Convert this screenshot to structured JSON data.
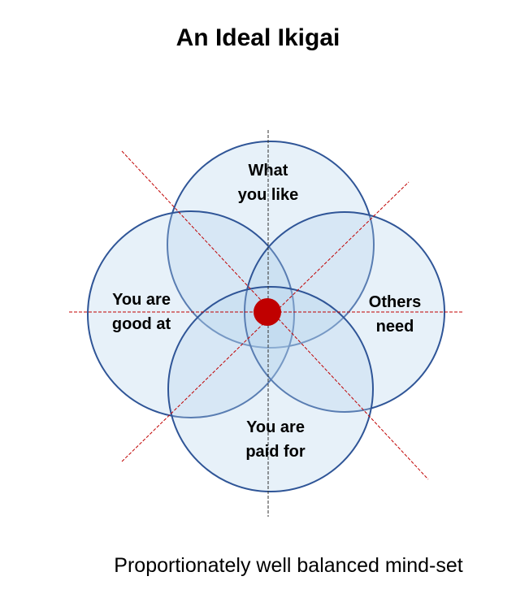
{
  "title": "An Ideal Ikigai",
  "caption": "Proportionately well balanced mind-set",
  "circles": {
    "top": "What you like",
    "left": "You are good at",
    "right": "Others need",
    "bottom": "You are paid for"
  },
  "labels": {
    "top_1": "What",
    "top_2": "you like",
    "left_1": "You are",
    "left_2": "good at",
    "right_1": "Others",
    "right_2": "need",
    "bottom_1": "You are",
    "bottom_2": "paid for"
  },
  "colors": {
    "circle_stroke": "#2f5597",
    "circle_fill": "#dbe9f5",
    "center": "#c00000",
    "guide": "#c00000"
  }
}
